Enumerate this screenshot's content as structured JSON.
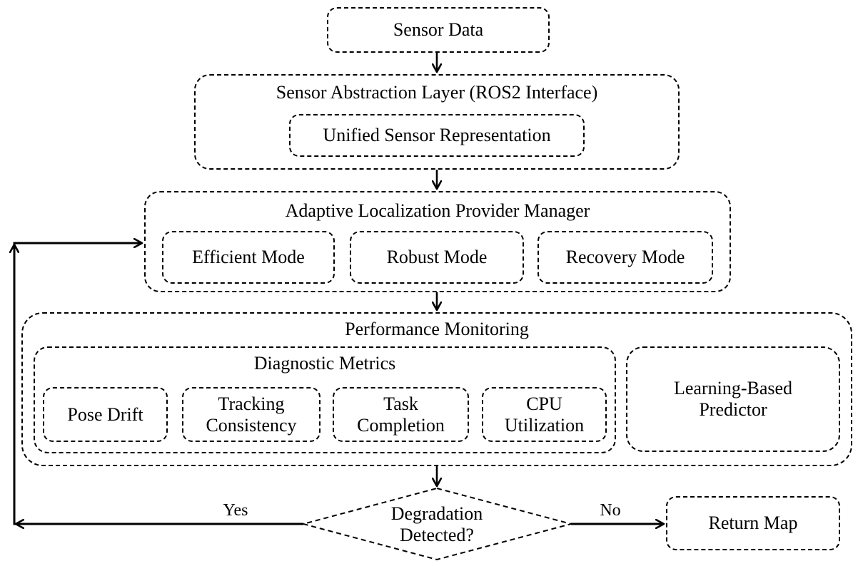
{
  "sensor_data": "Sensor Data",
  "abstraction": {
    "title": "Sensor Abstraction Layer (ROS2 Interface)",
    "inner": "Unified Sensor Representation"
  },
  "manager": {
    "title": "Adaptive Localization Provider Manager",
    "modes": [
      "Efficient Mode",
      "Robust Mode",
      "Recovery Mode"
    ]
  },
  "monitoring": {
    "title": "Performance Monitoring",
    "diagnostics": {
      "title": "Diagnostic Metrics",
      "metrics": [
        "Pose Drift",
        "Tracking\nConsistency",
        "Task\nCompletion",
        "CPU\nUtilization"
      ]
    },
    "predictor": "Learning-Based\nPredictor"
  },
  "decision": {
    "question": "Degradation\nDetected?",
    "yes": "Yes",
    "no": "No"
  },
  "return_map": "Return Map"
}
